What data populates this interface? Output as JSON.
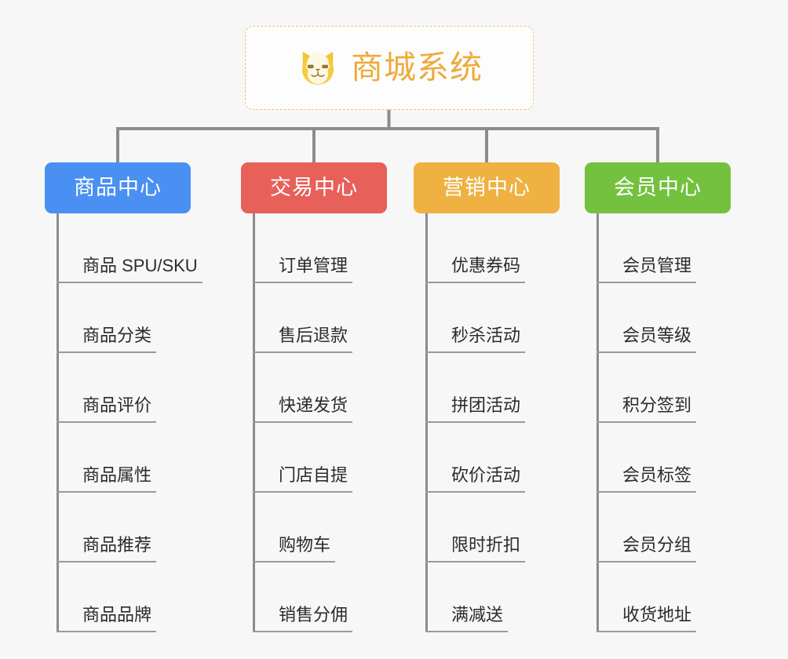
{
  "root": {
    "title": "商城系统",
    "icon": "shiba-dog-face-icon",
    "border_color": "#f2bf6a",
    "text_color": "#eeab3a"
  },
  "background_color": "#f7f7f7",
  "connector_color": "#8c8c8c",
  "columns": [
    {
      "category": "商品中心",
      "color": "#4a90f2",
      "items": [
        "商品 SPU/SKU",
        "商品分类",
        "商品评价",
        "商品属性",
        "商品推荐",
        "商品品牌"
      ]
    },
    {
      "category": "交易中心",
      "color": "#e8605a",
      "items": [
        "订单管理",
        "售后退款",
        "快递发货",
        "门店自提",
        "购物车",
        "销售分佣"
      ]
    },
    {
      "category": "营销中心",
      "color": "#eeb142",
      "items": [
        "优惠券码",
        "秒杀活动",
        "拼团活动",
        "砍价活动",
        "限时折扣",
        "满减送"
      ]
    },
    {
      "category": "会员中心",
      "color": "#73c13f",
      "items": [
        "会员管理",
        "会员等级",
        "积分签到",
        "会员标签",
        "会员分组",
        "收货地址"
      ]
    }
  ]
}
